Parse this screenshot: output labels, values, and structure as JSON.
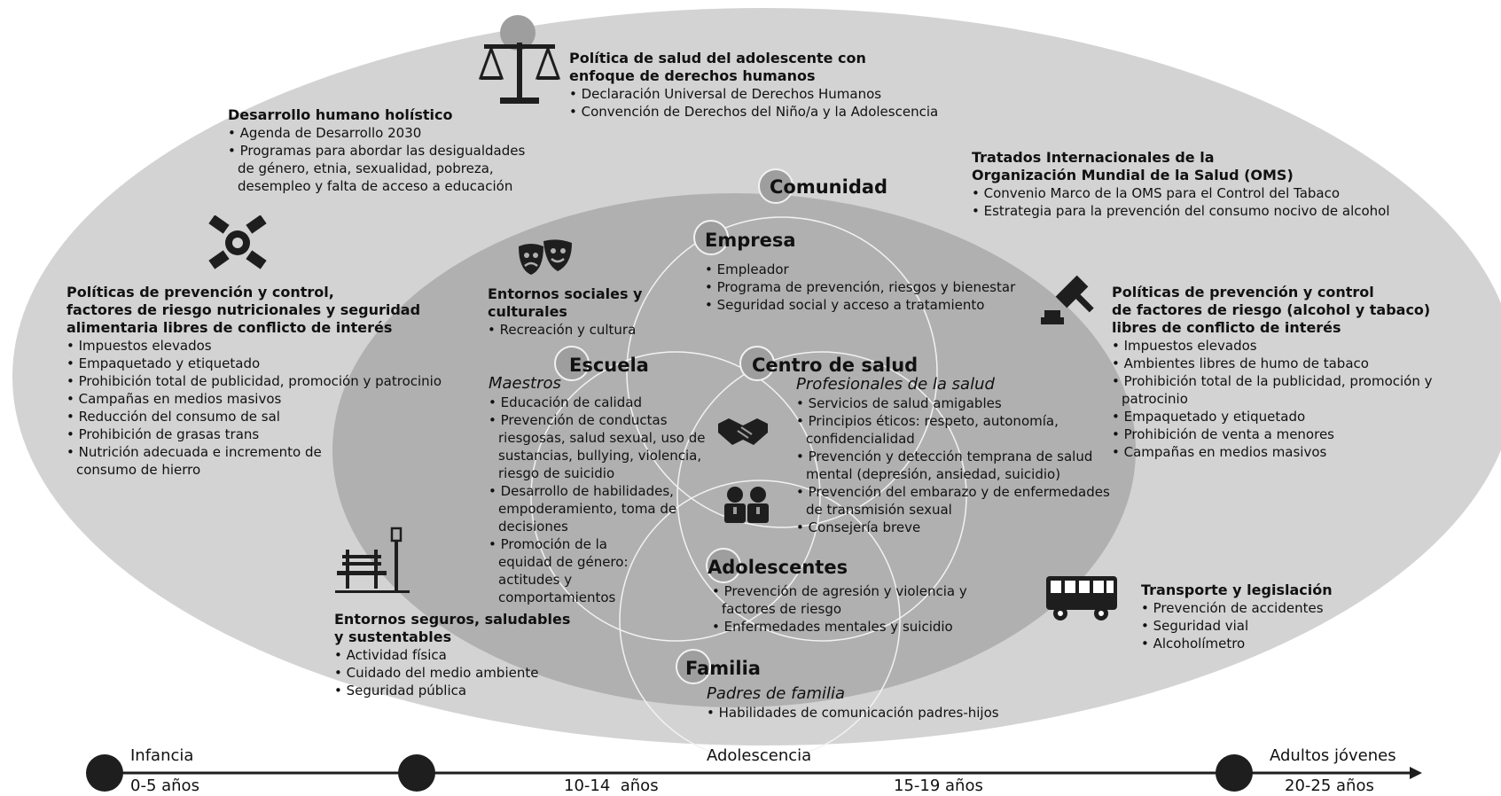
{
  "colors": {
    "outer": "#d3d3d3",
    "middle": "#b0b0b0",
    "inner": "#9c9c9c",
    "circle_line": "#f2f2f2",
    "dot": "#1e1e1e"
  },
  "center_sections": {
    "comunidad": "Comunidad",
    "empresa": "Empresa",
    "escuela": "Escuela",
    "centro_salud": "Centro de salud",
    "adolescentes": "Adolescentes",
    "familia": "Familia"
  },
  "politica_derechos": {
    "title_line1": "Política de salud del adolescente con",
    "title_line2": "enfoque de derechos humanos",
    "items": [
      "Declaración Universal de Derechos Humanos",
      "Convención de Derechos del Niño/a y la Adolescencia"
    ]
  },
  "desarrollo_humano": {
    "title": "Desarrollo humano holístico",
    "items": [
      "Agenda de Desarrollo 2030",
      "Programas para abordar las desigualdades de género, etnia, sexualidad, pobreza, desempleo y falta de acceso a educación"
    ]
  },
  "tratados_oms": {
    "title_line1": "Tratados Internacionales de la",
    "title_line2": "Organización Mundial de la Salud (OMS)",
    "items": [
      "Convenio Marco de la OMS para el Control del Tabaco",
      "Estrategia para la prevención del consumo nocivo de alcohol"
    ]
  },
  "politicas_nutricion": {
    "title_line1": "Políticas de prevención y control,",
    "title_line2": "factores de riesgo nutricionales y seguridad",
    "title_line3": "alimentaria libres de conflicto de interés",
    "items": [
      "Impuestos elevados",
      "Empaquetado y etiquetado",
      "Prohibición total de publicidad, promoción y patrocinio",
      "Campañas en medios masivos",
      "Reducción del consumo de sal",
      "Prohibición de grasas trans",
      "Nutrición adecuada e incremento de consumo de hierro"
    ]
  },
  "politicas_alcohol": {
    "title_line1": "Políticas de prevención y control",
    "title_line2": "de factores de riesgo (alcohol y tabaco)",
    "title_line3": "libres de conflicto de interés",
    "items": [
      "Impuestos elevados",
      "Ambientes libres de humo de tabaco",
      "Prohibición total de la publicidad, promoción y patrocinio",
      "Empaquetado y etiquetado",
      "Prohibición de venta a menores",
      "Campañas en medios masivos"
    ]
  },
  "entornos_sociales": {
    "title_line1": "Entornos sociales y",
    "title_line2": "culturales",
    "items": [
      "Recreación y cultura"
    ]
  },
  "empresa": {
    "items": [
      "Empleador",
      "Programa de prevención, riesgos y bienestar",
      "Seguridad social y acceso a tratamiento"
    ]
  },
  "escuela": {
    "role": "Maestros",
    "items": [
      "Educación de calidad",
      "Prevención de conductas riesgosas, salud sexual, uso de sustancias, bullying, violencia, riesgo de suicidio",
      "Desarrollo de habilidades, empoderamiento, toma de decisiones",
      "Promoción de la equidad de género: actitudes y comportamientos"
    ]
  },
  "centro_salud": {
    "role": "Profesionales de la salud",
    "items": [
      "Servicios de salud amigables",
      "Principios éticos: respeto, autonomía, confidencialidad",
      "Prevención y detección temprana de salud mental (depresión, ansiedad, suicidio)",
      "Prevención del embarazo y de enfermedades de transmisión sexual",
      "Consejería breve"
    ]
  },
  "adolescentes": {
    "items": [
      "Prevención de agresión y violencia y factores de riesgo",
      "Enfermedades mentales y suicidio"
    ]
  },
  "familia": {
    "role": "Padres de familia",
    "items": [
      "Habilidades de comunicación padres-hijos"
    ]
  },
  "entornos_seguros": {
    "title_line1": "Entornos seguros, saludables",
    "title_line2": "y sustentables",
    "items": [
      "Actividad física",
      "Cuidado del medio ambiente",
      "Seguridad pública"
    ]
  },
  "transporte": {
    "title": "Transporte y legislación",
    "items": [
      "Prevención de accidentes",
      "Seguridad vial",
      "Alcoholímetro"
    ]
  },
  "timeline": {
    "stage_infancia": "Infancia",
    "stage_adolescencia": "Adolescencia",
    "stage_adultos": "Adultos jóvenes",
    "age_0_5": "0-5 años",
    "age_10_14": "10-14  años",
    "age_15_19": "15-19 años",
    "age_20_25": "20-25 años"
  },
  "icons": [
    "scale-icon",
    "hands-unity-icon",
    "theater-masks-icon",
    "gavel-icon",
    "handshake-icon",
    "people-icon",
    "park-bench-icon",
    "bus-icon"
  ]
}
